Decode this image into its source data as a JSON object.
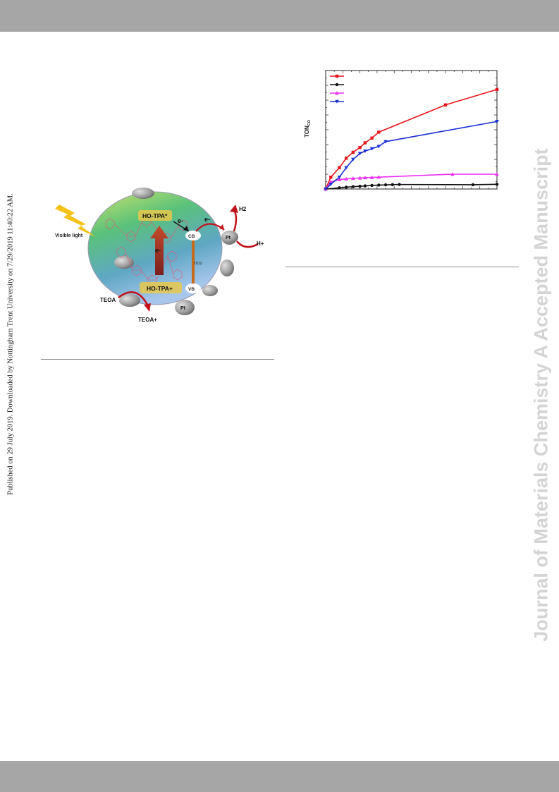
{
  "side_note": "Published on 29 July 2019. Downloaded by Nottingham Trent University on 7/29/2019 11:40:22 AM.",
  "watermark": "Journal of Materials Chemistry A Accepted Manuscript",
  "scheme": {
    "visible_light": "Visible light",
    "ho_tpa_star": "HO-TPA*",
    "ho_tpa_plus": "HO-TPA+",
    "electron": "e-",
    "cb": "CB",
    "vb": "VB",
    "tio2": "TiO2",
    "pt": "Pt",
    "h2": "H2",
    "h_plus": "H+",
    "teoa": "TEOA",
    "teoa_plus": "TEOA+"
  },
  "colors": {
    "red": "#e8141c",
    "black": "#111111",
    "magenta": "#ea2ff0",
    "blue": "#1a2fd6"
  },
  "chart_data": {
    "type": "line",
    "title": "",
    "xlabel": "",
    "ylabel": "TONCO",
    "ylabel_main": "TON",
    "ylabel_sub": "CO",
    "xlim": [
      0,
      100
    ],
    "ylim": [
      0,
      100
    ],
    "series": [
      {
        "color": "#e8141c",
        "marker": "square",
        "x": [
          0,
          3,
          8,
          12,
          16,
          20,
          23,
          27,
          31,
          70,
          100
        ],
        "y": [
          0,
          10,
          18,
          26,
          31,
          35,
          39,
          43,
          48,
          71,
          84
        ]
      },
      {
        "color": "#111111",
        "marker": "circle",
        "x": [
          0,
          8,
          12,
          16,
          20,
          23,
          27,
          31,
          35,
          39,
          43,
          86,
          100
        ],
        "y": [
          0,
          1,
          1.5,
          2,
          2.3,
          2.6,
          3,
          3.3,
          3.5,
          3.7,
          3.8,
          3.6,
          4
        ]
      },
      {
        "color": "#ea2ff0",
        "marker": "triangle-up",
        "x": [
          0,
          3,
          8,
          12,
          16,
          20,
          23,
          27,
          31,
          74,
          100
        ],
        "y": [
          0,
          6,
          8,
          8.5,
          9,
          9.3,
          9.6,
          9.8,
          10,
          12.5,
          12.5
        ]
      },
      {
        "color": "#1a2fd6",
        "marker": "triangle-down",
        "x": [
          0,
          3,
          8,
          12,
          16,
          20,
          23,
          27,
          31,
          35,
          100
        ],
        "y": [
          0,
          4,
          10,
          18,
          25,
          30,
          32,
          34,
          36,
          40,
          57
        ]
      }
    ]
  }
}
